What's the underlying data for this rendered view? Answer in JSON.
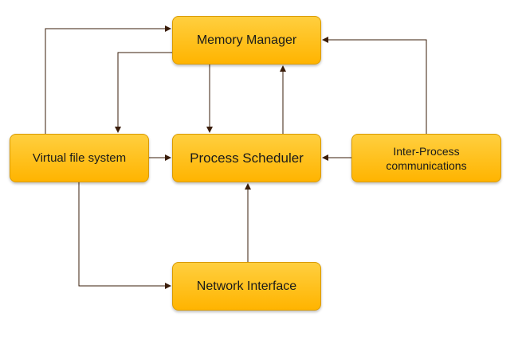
{
  "diagram": {
    "nodes": {
      "memory_manager": "Memory Manager",
      "process_scheduler": "Process Scheduler",
      "virtual_file_system": "Virtual file system",
      "inter_process": "Inter-Process\ncommunications",
      "network_interface": "Network Interface"
    },
    "edges": [
      {
        "from": "Virtual file system",
        "to": "Memory Manager"
      },
      {
        "from": "Memory Manager",
        "to": "Virtual file system"
      },
      {
        "from": "Memory Manager",
        "to": "Process Scheduler"
      },
      {
        "from": "Process Scheduler",
        "to": "Memory Manager"
      },
      {
        "from": "Inter-Process communications",
        "to": "Memory Manager"
      },
      {
        "from": "Virtual file system",
        "to": "Process Scheduler"
      },
      {
        "from": "Inter-Process communications",
        "to": "Process Scheduler"
      },
      {
        "from": "Network Interface",
        "to": "Process Scheduler"
      },
      {
        "from": "Virtual file system",
        "to": "Network Interface"
      }
    ],
    "colors": {
      "node_fill": "#ffb400",
      "node_fill_top": "#ffcf3f",
      "node_border": "#d99a00",
      "edge": "#3a1d0a",
      "text": "#1a1a1a"
    }
  }
}
